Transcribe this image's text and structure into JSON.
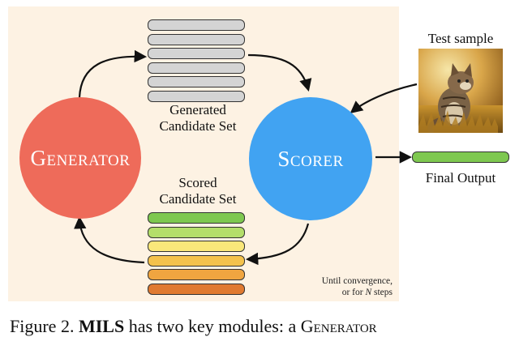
{
  "generator": {
    "label": "Generator",
    "color": "#ee6b5a"
  },
  "scorer": {
    "label": "Scorer",
    "color": "#41a3f2"
  },
  "generated_set": {
    "line1": "Generated",
    "line2": "Candidate Set",
    "pill_colors": [
      "#d4d4d4",
      "#d4d4d4",
      "#d4d4d4",
      "#d4d4d4",
      "#d4d4d4",
      "#d4d4d4"
    ]
  },
  "scored_set": {
    "line1": "Scored",
    "line2": "Candidate Set",
    "pill_colors": [
      "#7ec850",
      "#b4de6a",
      "#fae77a",
      "#f4c24c",
      "#f0a540",
      "#e07a30"
    ]
  },
  "test_sample": {
    "label": "Test sample",
    "image": "photo of a tabby kitten sitting in golden grass"
  },
  "final_output": {
    "label": "Final Output",
    "pill_color": "#7ec850"
  },
  "note": {
    "line1": "Until convergence,",
    "line2_prefix": "or for ",
    "line2_var": "N",
    "line2_suffix": " steps"
  },
  "caption": {
    "prefix": "Figure 2. ",
    "bold": "MILS",
    "rest": " has two key modules: a ",
    "generator_word": "Generator"
  }
}
